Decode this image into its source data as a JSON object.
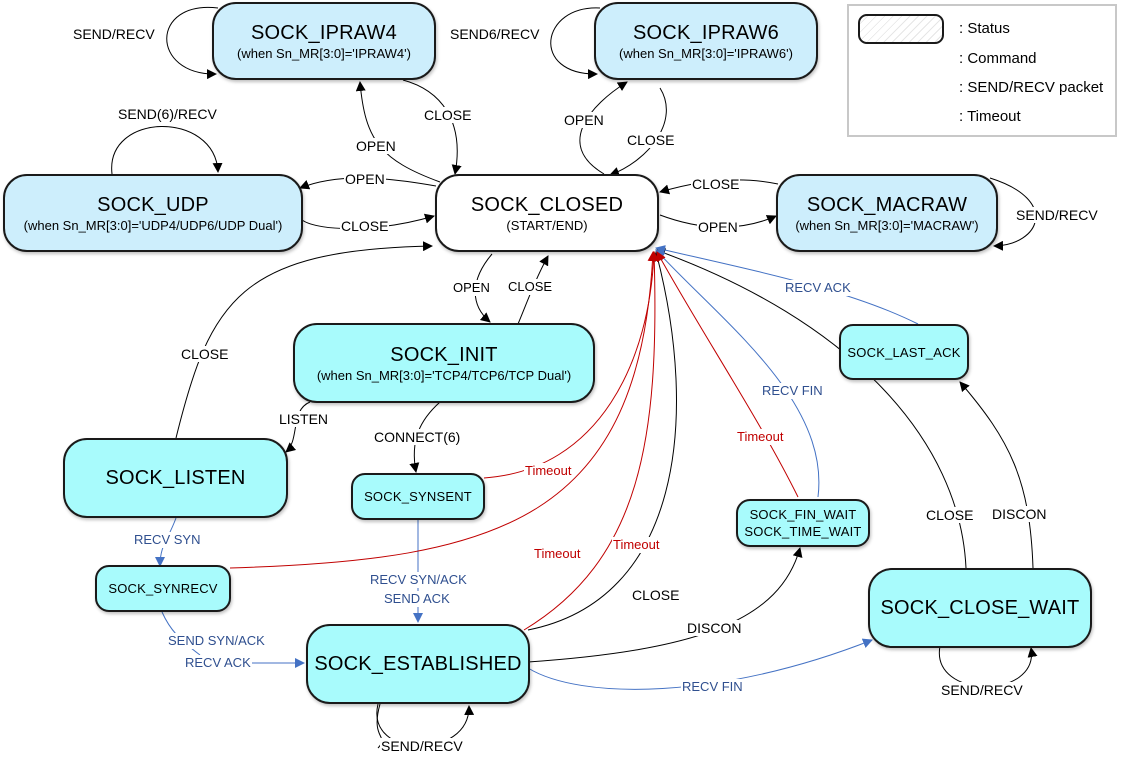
{
  "legend": {
    "status": ": Status",
    "command": ": Command",
    "packet": ": SEND/RECV packet",
    "timeout": ": Timeout",
    "colors": {
      "command": "#000000",
      "packet": "#4472c4",
      "timeout": "#c00000"
    }
  },
  "states": {
    "ipraw4": {
      "title": "SOCK_IPRAW4",
      "sub": "(when Sn_MR[3:0]='IPRAW4')"
    },
    "ipraw6": {
      "title": "SOCK_IPRAW6",
      "sub": "(when Sn_MR[3:0]='IPRAW6')"
    },
    "udp": {
      "title": "SOCK_UDP",
      "sub": "(when Sn_MR[3:0]='UDP4/UDP6/UDP Dual')"
    },
    "closed": {
      "title": "SOCK_CLOSED",
      "sub": "(START/END)"
    },
    "macraw": {
      "title": "SOCK_MACRAW",
      "sub": "(when Sn_MR[3:0]='MACRAW')"
    },
    "init": {
      "title": "SOCK_INIT",
      "sub": "(when Sn_MR[3:0]='TCP4/TCP6/TCP Dual')"
    },
    "listen": {
      "title": "SOCK_LISTEN"
    },
    "synsent": {
      "title": "SOCK_SYNSENT"
    },
    "synrecv": {
      "title": "SOCK_SYNRECV"
    },
    "established": {
      "title": "SOCK_ESTABLISHED"
    },
    "finwait": {
      "title": "SOCK_FIN_WAIT",
      "title2": "SOCK_TIME_WAIT"
    },
    "lastack": {
      "title": "SOCK_LAST_ACK"
    },
    "closewait": {
      "title": "SOCK_CLOSE_WAIT"
    }
  },
  "labels": {
    "ipraw4_loop": "SEND/RECV",
    "ipraw6_loop": "SEND6/RECV",
    "udp_loop": "SEND(6)/RECV",
    "macraw_loop": "SEND/RECV",
    "open_ipraw4": "OPEN",
    "close_ipraw4": "CLOSE",
    "open_ipraw6": "OPEN",
    "close_ipraw6": "CLOSE",
    "open_udp": "OPEN",
    "close_udp": "CLOSE",
    "close_macraw": "CLOSE",
    "open_macraw": "OPEN",
    "open_init": "OPEN",
    "close_init": "CLOSE",
    "close_listen": "CLOSE",
    "listen": "LISTEN",
    "connect": "CONNECT(6)",
    "recv_syn": "RECV SYN",
    "recv_synack": "RECV SYN/ACK",
    "send_ack": "SEND ACK",
    "send_synack": "SEND SYN/ACK",
    "recv_ack": "RECV ACK",
    "timeout_synsent": "Timeout",
    "timeout_synrecv": "Timeout",
    "timeout_est": "Timeout",
    "close_est": "CLOSE",
    "discon_est": "DISCON",
    "recv_fin_est": "RECV FIN",
    "est_loop": "SEND/RECV",
    "timeout_finwait": "Timeout",
    "recv_fin_finwait": "RECV FIN",
    "recv_ack_lastack": "RECV ACK",
    "close_closewait": "CLOSE",
    "discon_closewait": "DISCON",
    "closewait_loop": "SEND/RECV"
  }
}
